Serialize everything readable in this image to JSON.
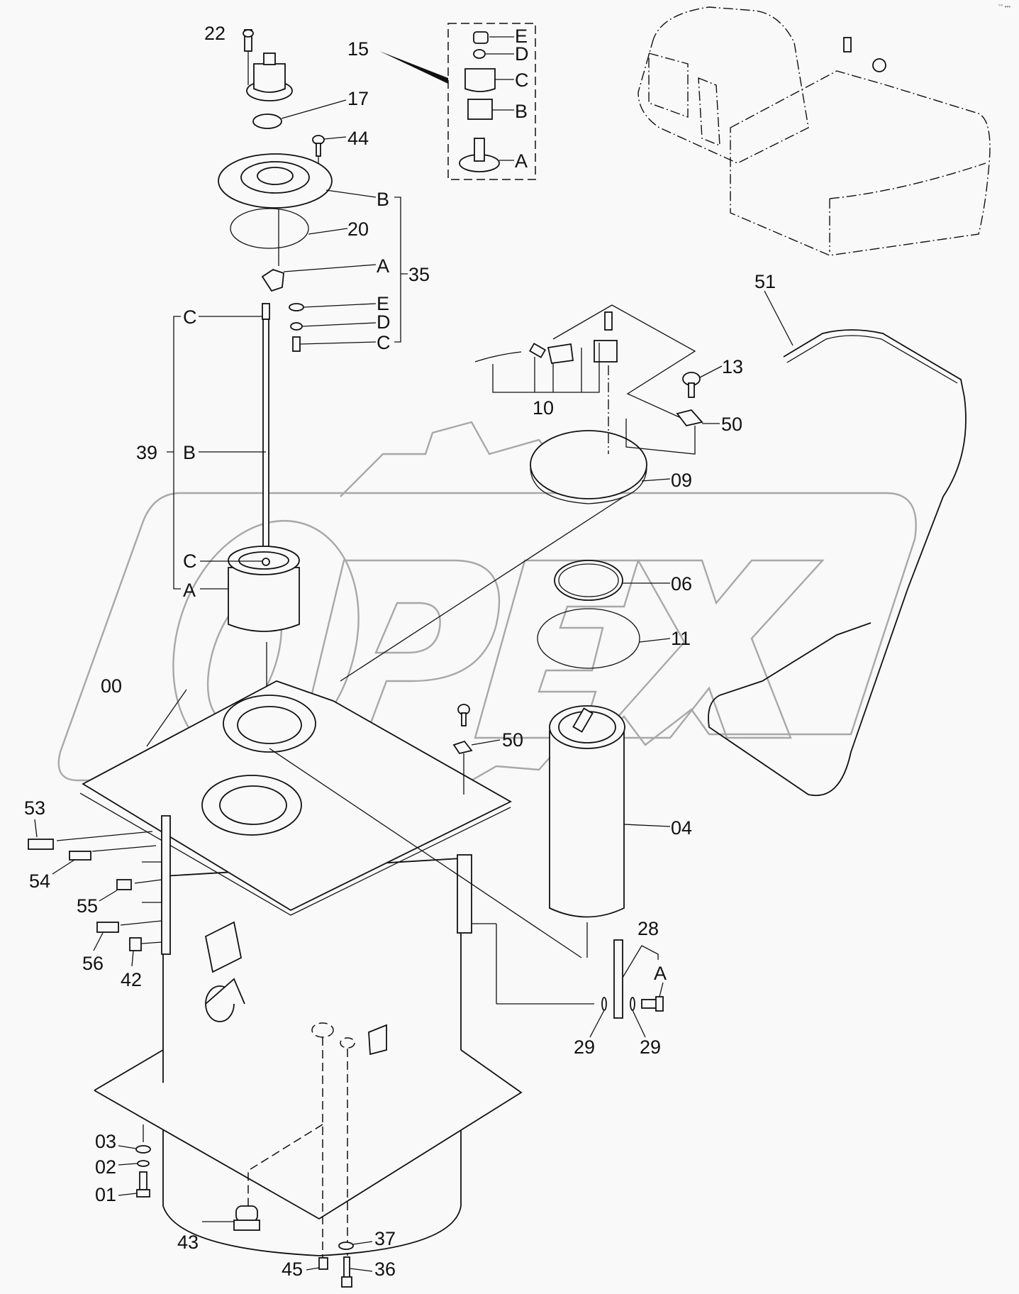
{
  "diagram": {
    "type": "exploded-parts-diagram",
    "subject": "hydraulic oil tank assembly",
    "watermark": "OPEX",
    "colors": {
      "background": "#f8f9f8",
      "ink": "#111111",
      "watermark": "#a8a8a8"
    },
    "callouts": {
      "c22": "22",
      "c15": "15",
      "c17": "17",
      "c44": "44",
      "c20": "20",
      "c35": "35",
      "c39": "39",
      "c51": "51",
      "c13": "13",
      "c10": "10",
      "c50a": "50",
      "c09": "09",
      "c06": "06",
      "c11": "11",
      "c00": "00",
      "c50b": "50",
      "c04": "04",
      "c53": "53",
      "c54": "54",
      "c55": "55",
      "c56": "56",
      "c42": "42",
      "c28": "28",
      "c29a": "29",
      "c29b": "29",
      "c03": "03",
      "c02": "02",
      "c01": "01",
      "c43": "43",
      "c37": "37",
      "c45": "45",
      "c36": "36"
    },
    "subparts_15": [
      "E",
      "D",
      "C",
      "B",
      "A"
    ],
    "subparts_35": [
      "B",
      "A",
      "E",
      "D",
      "C"
    ],
    "subparts_39": [
      "C",
      "B",
      "C",
      "A"
    ],
    "subparts_28": [
      "A"
    ],
    "parts_list": [
      {
        "no": "00",
        "desc": "tank"
      },
      {
        "no": "01"
      },
      {
        "no": "02"
      },
      {
        "no": "03"
      },
      {
        "no": "04"
      },
      {
        "no": "06"
      },
      {
        "no": "09"
      },
      {
        "no": "10"
      },
      {
        "no": "11"
      },
      {
        "no": "13"
      },
      {
        "no": "15"
      },
      {
        "no": "17"
      },
      {
        "no": "20"
      },
      {
        "no": "22"
      },
      {
        "no": "28"
      },
      {
        "no": "29"
      },
      {
        "no": "35"
      },
      {
        "no": "36"
      },
      {
        "no": "37"
      },
      {
        "no": "39"
      },
      {
        "no": "42"
      },
      {
        "no": "43"
      },
      {
        "no": "44"
      },
      {
        "no": "45"
      },
      {
        "no": "50"
      },
      {
        "no": "51"
      },
      {
        "no": "53"
      },
      {
        "no": "54"
      },
      {
        "no": "55"
      },
      {
        "no": "56"
      }
    ],
    "corner_mark": "°° •••"
  }
}
